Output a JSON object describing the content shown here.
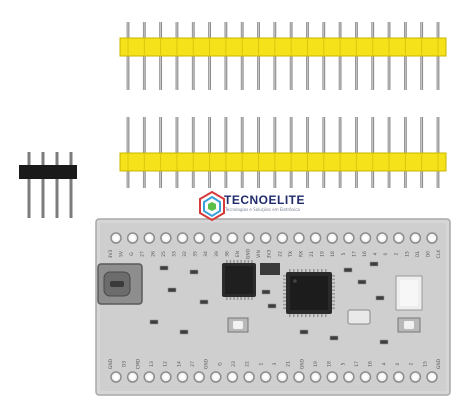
{
  "logo": {
    "name": "TECNOELITE",
    "tagline": "Tecnologias e Soluções em Eletrônica"
  },
  "photo": {
    "subject": "microcontroller development board with loose pin headers",
    "header_color": "#f5e21a",
    "pin_color": "#8a8a8a",
    "board_color": "#d8d8d8",
    "small_header_color": "#1a1a1a"
  },
  "board": {
    "top_labels": [
      "3V3",
      "5V",
      "G",
      "27",
      "26",
      "25",
      "33",
      "32",
      "35",
      "34",
      "39",
      "36",
      "EN",
      "GND",
      "VIN",
      "3V3",
      "22",
      "TX",
      "RX",
      "21",
      "19",
      "18",
      "5",
      "17",
      "16",
      "4",
      "0",
      "2",
      "15",
      "D1",
      "D0",
      "CLK"
    ],
    "bottom_labels": [
      "GND",
      "D3",
      "CMD",
      "13",
      "12",
      "14",
      "27",
      "GND",
      "G",
      "23",
      "22",
      "1",
      "3",
      "21",
      "GND",
      "19",
      "18",
      "5",
      "17",
      "16",
      "4",
      "0",
      "2",
      "15",
      "GND"
    ]
  }
}
